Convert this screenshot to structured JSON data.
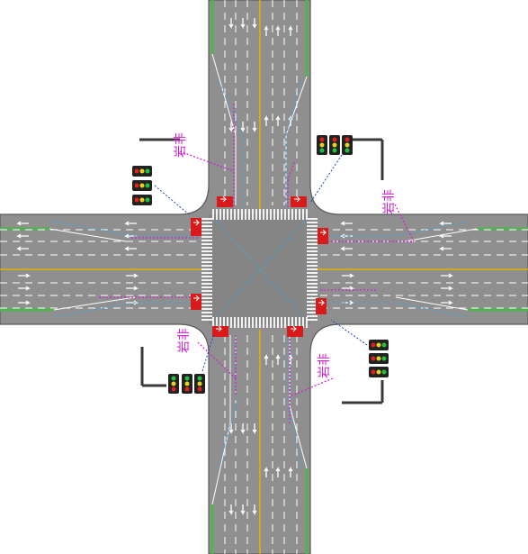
{
  "colors": {
    "road": "#8f8f8f",
    "road_edge": "#5a5a5a",
    "lane_line": "#ffffff",
    "center_line": "#e0b000",
    "median_green": "#4fb34f",
    "crosswalk": "#f2f2f2",
    "island_red": "#d81a1a",
    "signal_pink": "#d21fd2",
    "bike_blue": "#3ea6e0",
    "signal_housing": "#222222",
    "pole": "#3a3a3a"
  },
  "labels": {
    "north_west": "岩非",
    "north_east": "岩非",
    "south_west": "岩非",
    "south_east": "岩非"
  },
  "signal_heads": {
    "nw": [
      "red",
      "yellow",
      "green"
    ],
    "ne": [
      "red",
      "yellow",
      "green"
    ],
    "sw": [
      "green",
      "yellow",
      "red"
    ],
    "se": [
      "red",
      "yellow",
      "green"
    ]
  }
}
